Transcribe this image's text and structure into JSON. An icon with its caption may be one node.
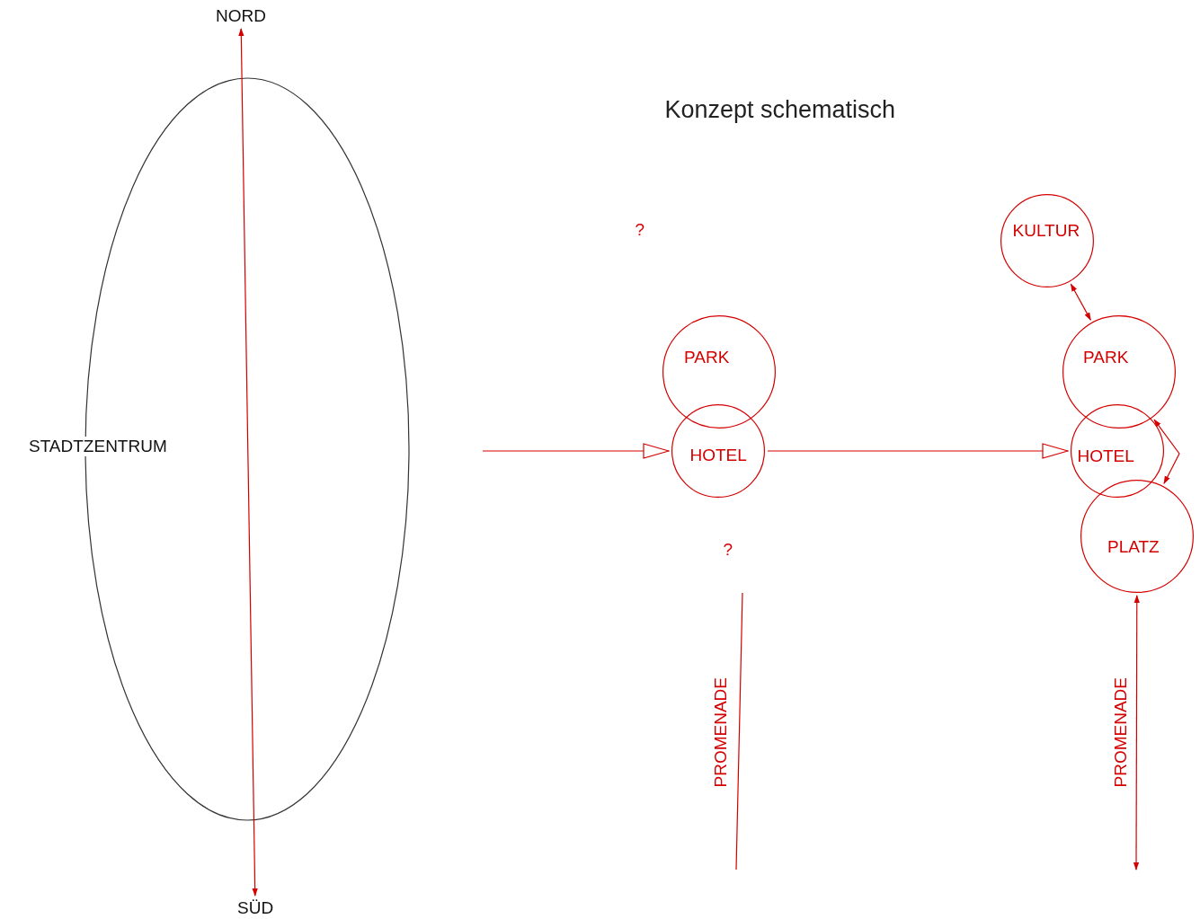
{
  "diagram": {
    "title": "Konzept schematisch",
    "nodes": [
      {
        "text": [
          "NORD"
        ]
      },
      {
        "text": [
          "SÜD"
        ]
      },
      {
        "text": [
          "PARK"
        ]
      },
      {
        "text": [
          "HOTEL"
        ]
      },
      {
        "text": [
          "KULTUR"
        ]
      },
      {
        "text": [
          "PARK"
        ]
      },
      {
        "text": [
          "HOTEL"
        ]
      },
      {
        "text": [
          "PLATZ"
        ]
      }
    ],
    "edges": [
      {
        "from": 0,
        "to": 1,
        "arrow": "both"
      },
      {
        "from": null,
        "to": 3,
        "arrow": "to"
      },
      {
        "from": 3,
        "to": 6,
        "arrow": "to"
      },
      {
        "from": 4,
        "to": 5,
        "arrow": "both"
      },
      {
        "from": 5,
        "to": 7,
        "arrow": "both"
      },
      {
        "from": 7,
        "to": null,
        "arrow": "both"
      }
    ],
    "labels": [
      "STADTZENTRUM",
      "?",
      "?",
      "PROMENADE",
      "PROMENADE"
    ]
  }
}
